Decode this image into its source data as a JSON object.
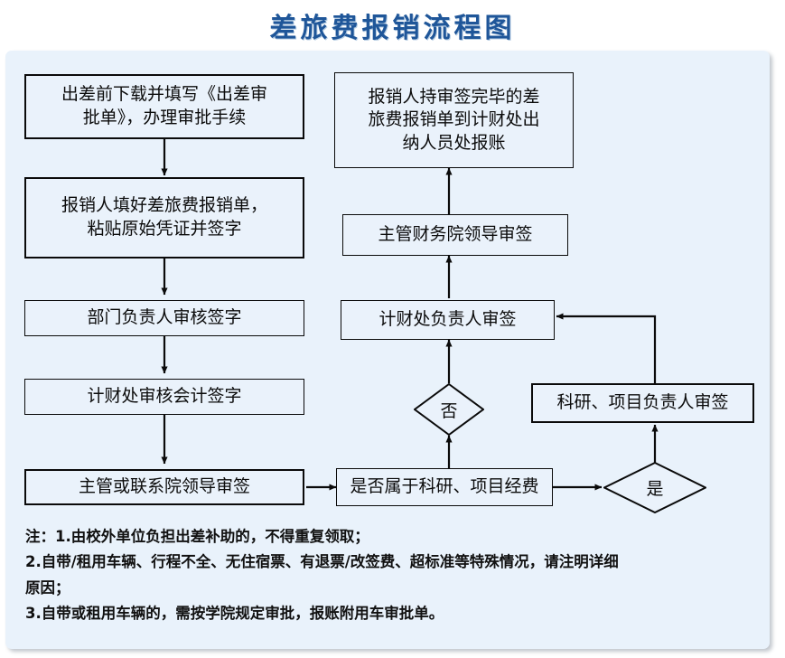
{
  "title": "差旅费报销流程图",
  "colors": {
    "title": "#1f5699",
    "panel_background": "#e9f2fb",
    "node_background": "#eaf2fb",
    "node_border": "#0a0a0a",
    "page_background": "#ffffff"
  },
  "flow": {
    "left_column": [
      {
        "id": "n1",
        "label": "出差前下载并填写《出差审\n批单》，办理审批手续"
      },
      {
        "id": "n2",
        "label": "报销人填好差旅费报销单，\n粘贴原始凭证并签字"
      },
      {
        "id": "n3",
        "label": "部门负责人审核签字"
      },
      {
        "id": "n4",
        "label": "计财处审核会计签字"
      },
      {
        "id": "n5",
        "label": "主管或联系院领导审签"
      }
    ],
    "right_column": [
      {
        "id": "n9",
        "label": "报销人持审签完毕的差\n旅费报销单到计财处出\n纳人员处报账"
      },
      {
        "id": "n8",
        "label": "主管财务院领导审签"
      },
      {
        "id": "n7",
        "label": "计财处负责人审签"
      },
      {
        "id": "n6",
        "label": "科研、项目负责人审签"
      }
    ],
    "decision_box": {
      "id": "d0",
      "label": "是否属于科研、项目经费"
    },
    "decisions": [
      {
        "id": "dno",
        "label": "否"
      },
      {
        "id": "dyes",
        "label": "是"
      }
    ],
    "edges": [
      {
        "from": "n1",
        "to": "n2",
        "label": ""
      },
      {
        "from": "n2",
        "to": "n3",
        "label": ""
      },
      {
        "from": "n3",
        "to": "n4",
        "label": ""
      },
      {
        "from": "n4",
        "to": "n5",
        "label": ""
      },
      {
        "from": "n5",
        "to": "d0",
        "label": ""
      },
      {
        "from": "d0",
        "to": "dyes",
        "label": "是"
      },
      {
        "from": "dyes",
        "to": "n6",
        "label": ""
      },
      {
        "from": "n6",
        "to": "n7",
        "label": ""
      },
      {
        "from": "d0",
        "to": "dno",
        "label": "否"
      },
      {
        "from": "dno",
        "to": "n7",
        "label": ""
      },
      {
        "from": "n7",
        "to": "n8",
        "label": ""
      },
      {
        "from": "n8",
        "to": "n9",
        "label": ""
      }
    ]
  },
  "notes": {
    "line1": "注：1.由校外单位负担出差补助的，不得重复领取；",
    "line2": "      2.自带/租用车辆、行程不全、无住宿票、有退票/改签费、超标准等特殊情况，请注明详细",
    "line3": "原因；",
    "line4": "      3.自带或租用车辆的，需按学院规定审批，报账附用车审批单。"
  }
}
